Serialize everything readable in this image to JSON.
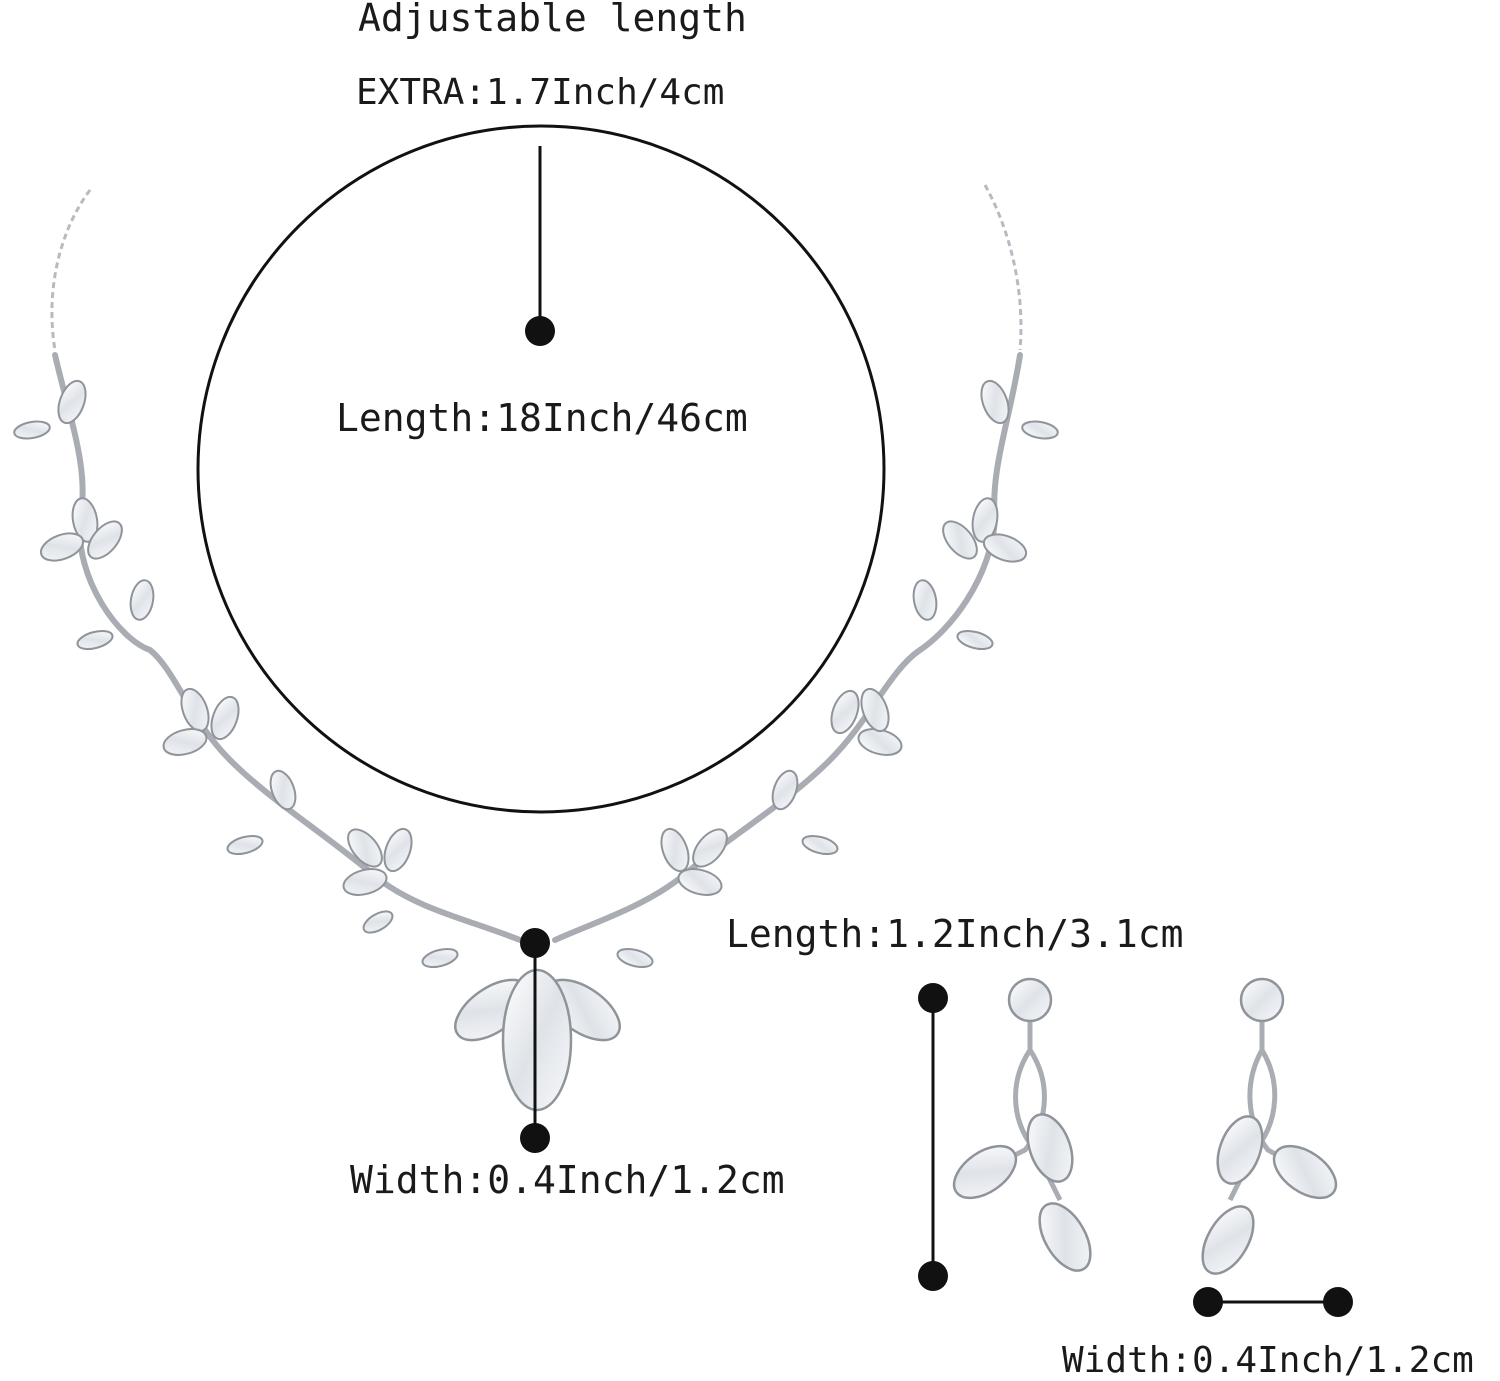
{
  "labels": {
    "adjustable": "Adjustable length",
    "extra": "EXTRA:1.7Inch/4cm",
    "necklace_length": "Length:18Inch/46cm",
    "earring_length": "Length:1.2Inch/3.1cm",
    "pendant_width": "Width:0.4Inch/1.2cm",
    "earring_width": "Width:0.4Inch/1.2cm"
  },
  "colors": {
    "silver": "#c9ccd1",
    "silver_dark": "#8f949b",
    "crystal": "#eef1f5",
    "ink": "#111111"
  }
}
